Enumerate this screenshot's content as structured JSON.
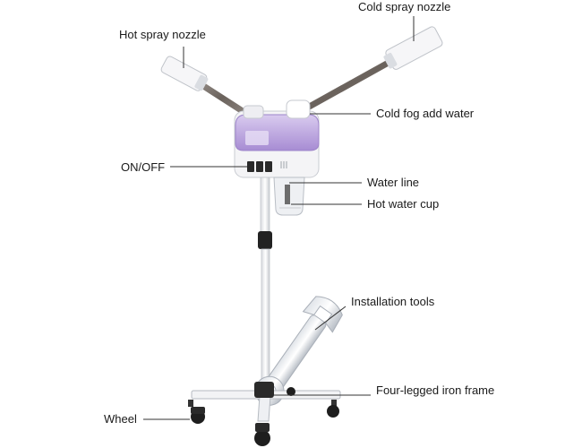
{
  "labels": {
    "cold_spray_nozzle": "Cold spray nozzle",
    "hot_spray_nozzle": "Hot spray nozzle",
    "cold_fog_add_water": "Cold fog add water",
    "on_off": "ON/OFF",
    "water_line": "Water line",
    "hot_water_cup": "Hot water cup",
    "installation_tools": "Installation tools",
    "four_legged_iron_frame": "Four-legged iron frame",
    "wheel": "Wheel"
  },
  "colors": {
    "reservoir_purple": "#b9a3dc",
    "body_white": "#f4f4f6",
    "metal_gray": "#c8ccd2",
    "rod_dark": "#7a7370",
    "knob_black": "#222222"
  }
}
